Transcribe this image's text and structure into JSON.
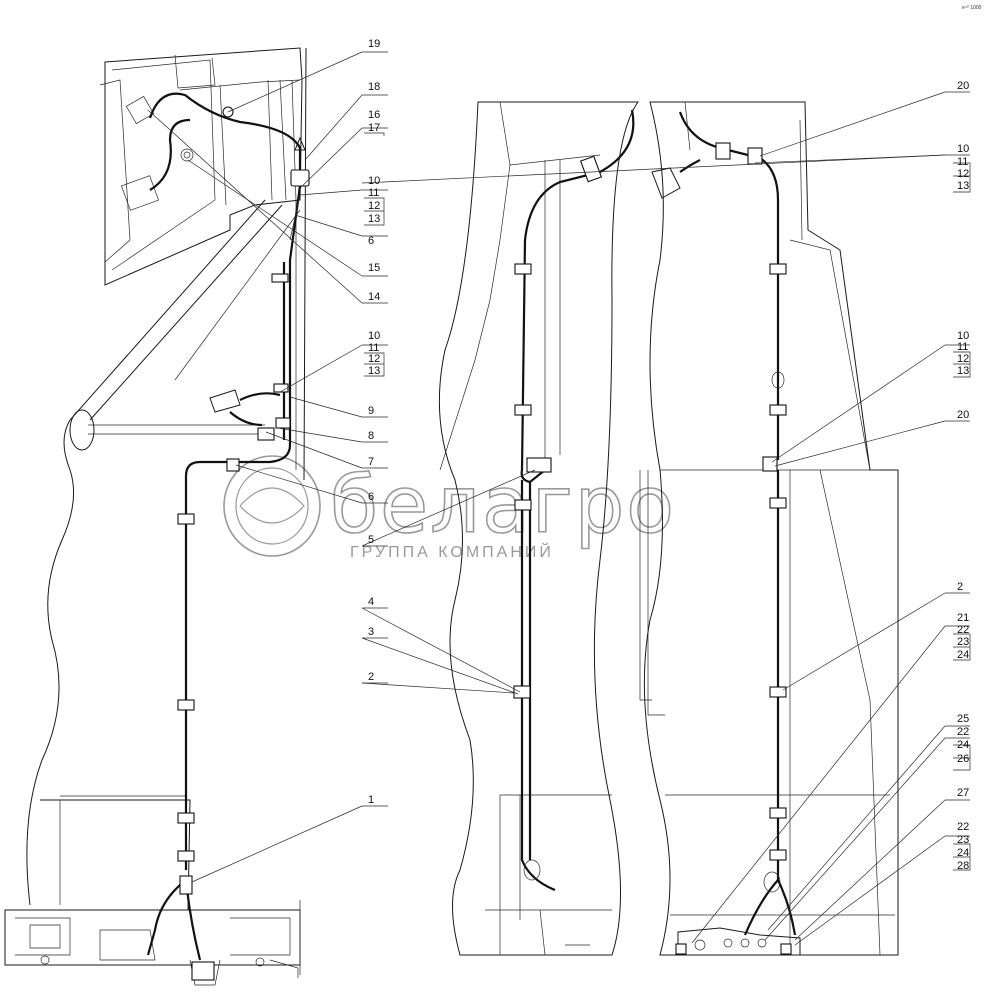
{
  "corner_mark": "e⁴⁰ 1000",
  "watermark": {
    "brand": "белагро",
    "tagline": "ГРУППА КОМПАНИЙ"
  },
  "callouts_left": [
    {
      "id": "c19",
      "text": "19"
    },
    {
      "id": "c18",
      "text": "18"
    },
    {
      "id": "c16",
      "text": "16"
    },
    {
      "id": "c17",
      "text": "17"
    },
    {
      "id": "c10a",
      "text": "10"
    },
    {
      "id": "c11a",
      "text": "11"
    },
    {
      "id": "c12a",
      "text": "12"
    },
    {
      "id": "c13a",
      "text": "13"
    },
    {
      "id": "c6a",
      "text": "6"
    },
    {
      "id": "c15",
      "text": "15"
    },
    {
      "id": "c14",
      "text": "14"
    },
    {
      "id": "c10b",
      "text": "10"
    },
    {
      "id": "c11b",
      "text": "11"
    },
    {
      "id": "c12b",
      "text": "12"
    },
    {
      "id": "c13b",
      "text": "13"
    },
    {
      "id": "c9",
      "text": "9"
    },
    {
      "id": "c8",
      "text": "8"
    },
    {
      "id": "c7",
      "text": "7"
    },
    {
      "id": "c6b",
      "text": "6"
    },
    {
      "id": "c5",
      "text": "5"
    },
    {
      "id": "c4",
      "text": "4"
    },
    {
      "id": "c3",
      "text": "3"
    },
    {
      "id": "c2a",
      "text": "2"
    },
    {
      "id": "c1",
      "text": "1"
    }
  ],
  "callouts_right": [
    {
      "id": "c20a",
      "text": "20"
    },
    {
      "id": "c10c",
      "text": "10"
    },
    {
      "id": "c11c",
      "text": "11"
    },
    {
      "id": "c12c",
      "text": "12"
    },
    {
      "id": "c13c",
      "text": "13"
    },
    {
      "id": "c10d",
      "text": "10"
    },
    {
      "id": "c11d",
      "text": "11"
    },
    {
      "id": "c12d",
      "text": "12"
    },
    {
      "id": "c13d",
      "text": "13"
    },
    {
      "id": "c20b",
      "text": "20"
    },
    {
      "id": "c2b",
      "text": "2"
    },
    {
      "id": "c21",
      "text": "21"
    },
    {
      "id": "c22a",
      "text": "22"
    },
    {
      "id": "c23a",
      "text": "23"
    },
    {
      "id": "c24a",
      "text": "24"
    },
    {
      "id": "c25",
      "text": "25"
    },
    {
      "id": "c22b",
      "text": "22"
    },
    {
      "id": "c24b",
      "text": "24"
    },
    {
      "id": "c26",
      "text": "26"
    },
    {
      "id": "c27",
      "text": "27"
    },
    {
      "id": "c22c",
      "text": "22"
    },
    {
      "id": "c23b",
      "text": "23"
    },
    {
      "id": "c24c",
      "text": "24"
    },
    {
      "id": "c28",
      "text": "28"
    }
  ]
}
